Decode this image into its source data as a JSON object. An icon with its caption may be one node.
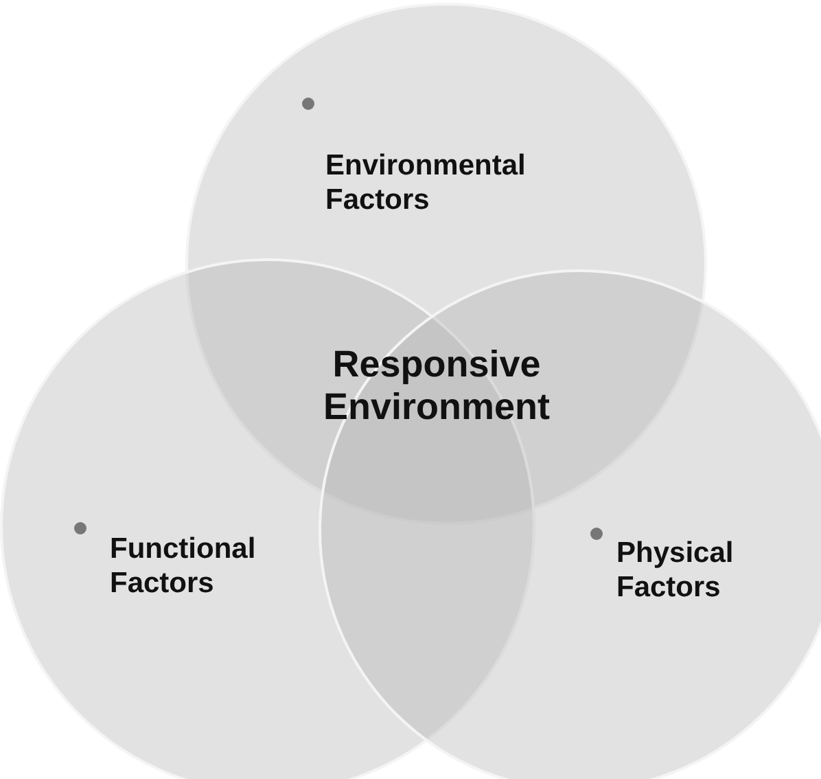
{
  "diagram": {
    "nodes": [
      {
        "text": [
          "Environmental Factors"
        ]
      },
      {
        "text": [
          "Functional Factors"
        ]
      },
      {
        "text": [
          "Physical Factors"
        ]
      }
    ],
    "edges": [],
    "labels": [
      "Responsive Environment"
    ]
  }
}
